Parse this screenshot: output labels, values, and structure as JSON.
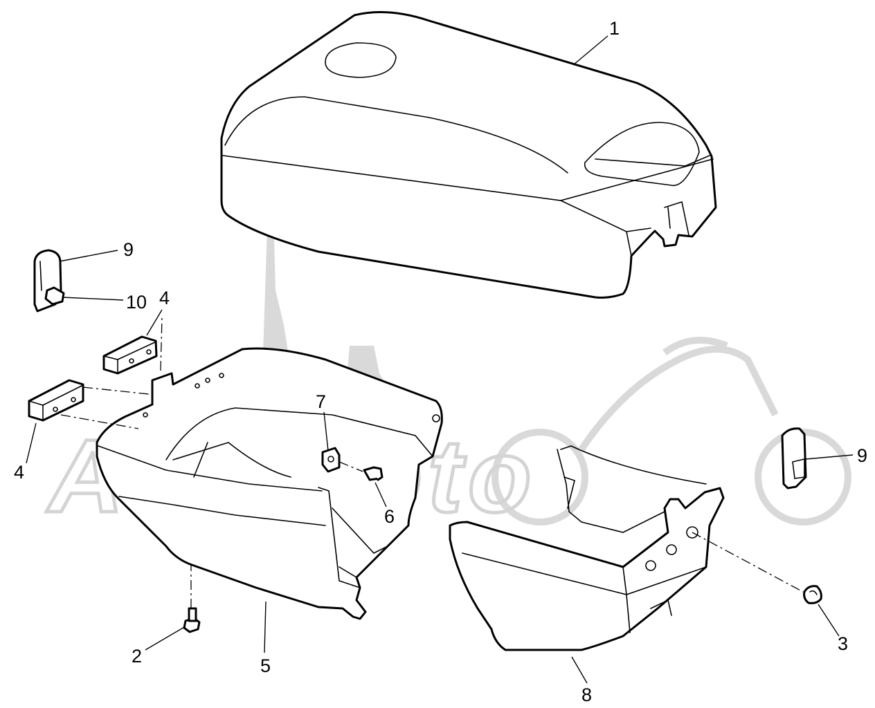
{
  "diagram": {
    "watermark_text": "ActiMoto",
    "callouts": [
      {
        "id": "1",
        "label": "1"
      },
      {
        "id": "9a",
        "label": "9"
      },
      {
        "id": "10",
        "label": "10"
      },
      {
        "id": "4a",
        "label": "4"
      },
      {
        "id": "4b",
        "label": "4"
      },
      {
        "id": "7",
        "label": "7"
      },
      {
        "id": "6",
        "label": "6"
      },
      {
        "id": "9b",
        "label": "9"
      },
      {
        "id": "2",
        "label": "2"
      },
      {
        "id": "5",
        "label": "5"
      },
      {
        "id": "8",
        "label": "8"
      },
      {
        "id": "3",
        "label": "3"
      }
    ]
  }
}
